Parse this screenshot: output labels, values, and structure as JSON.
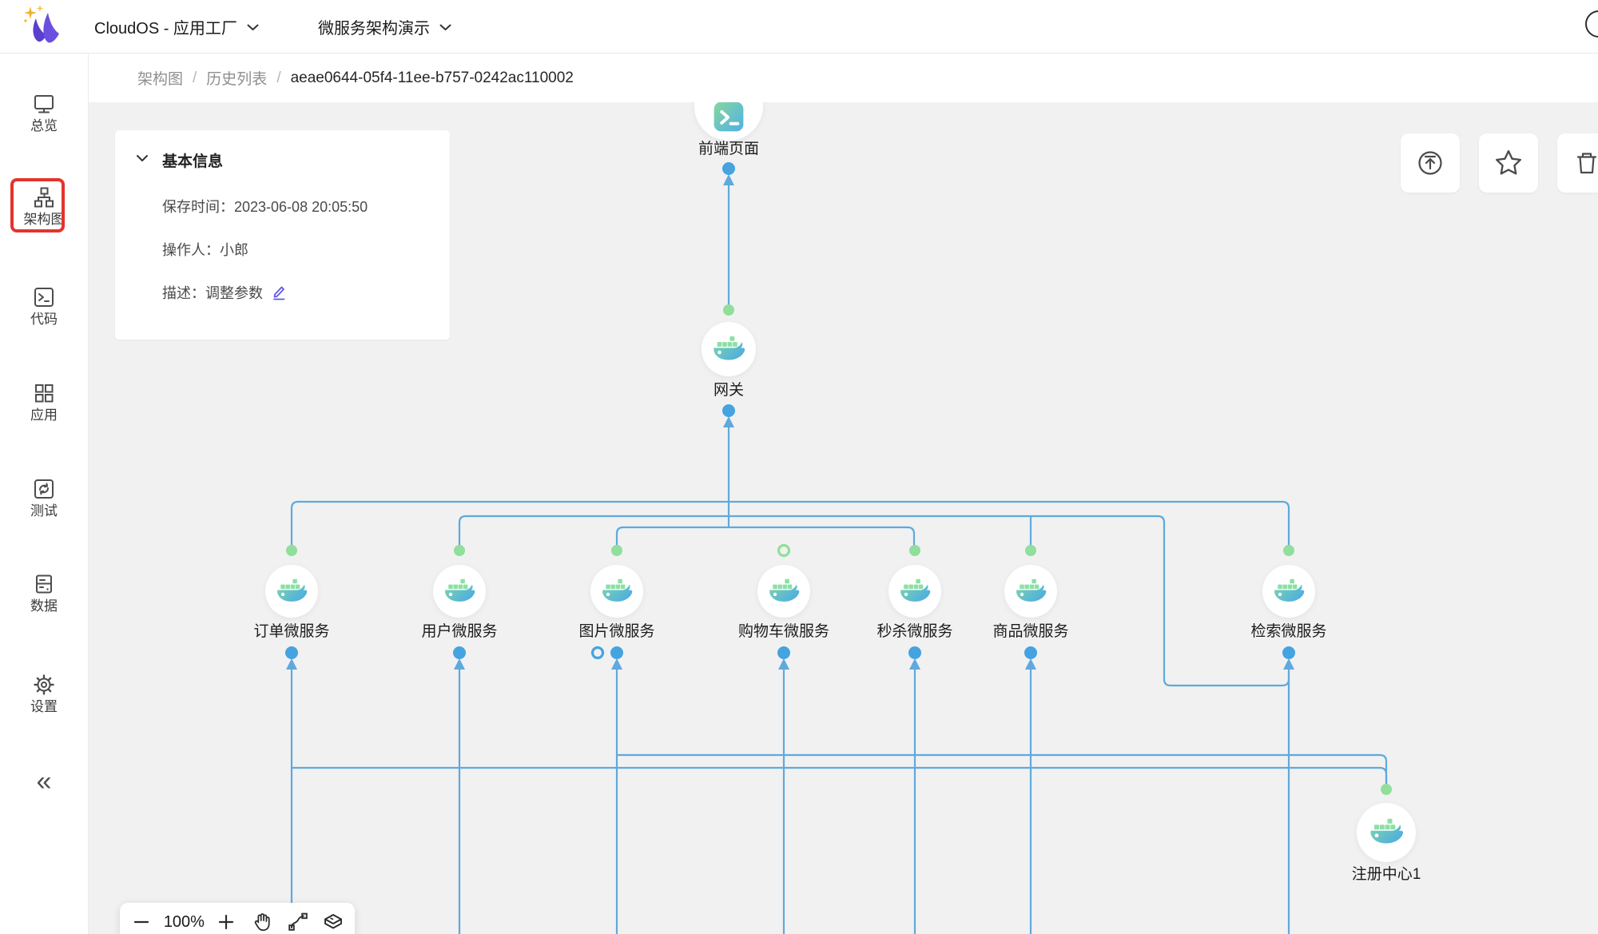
{
  "header": {
    "logo_icon": "cloudos-sparkle-logo",
    "app_switcher": "CloudOS - 应用工厂",
    "project_switcher": "微服务架构演示",
    "account_icon": "partial-circle-icon"
  },
  "sidebar": {
    "items": [
      {
        "label": "总览",
        "icon": "monitor-icon",
        "active": false
      },
      {
        "label": "架构图",
        "icon": "architecture-icon",
        "active": true,
        "annotation": "red-highlight-box"
      },
      {
        "label": "代码",
        "icon": "code-terminal-icon",
        "active": false
      },
      {
        "label": "应用",
        "icon": "apps-grid-icon",
        "active": false
      },
      {
        "label": "测试",
        "icon": "test-loop-icon",
        "active": false
      },
      {
        "label": "数据",
        "icon": "database-icon",
        "active": false
      },
      {
        "label": "设置",
        "icon": "settings-gear-icon",
        "active": false
      }
    ],
    "collapse_icon": "«"
  },
  "breadcrumb": {
    "separator": "/",
    "items": [
      "架构图",
      "历史列表",
      "aeae0644-05f4-11ee-b757-0242ac110002"
    ]
  },
  "info_panel": {
    "title": "基本信息",
    "save_time_label": "保存时间：",
    "save_time": "2023-06-08 20:05:50",
    "operator_label": "操作人：",
    "operator": "小郎",
    "desc_label": "描述：",
    "desc": "调整参数",
    "edit_icon": "pen-edit-icon"
  },
  "canvas_actions": {
    "publish_icon": "circle-arrow-up-icon",
    "favorite_icon": "star-icon",
    "delete_icon": "trash-icon"
  },
  "zoom_toolbar": {
    "zoom_level": "100%",
    "icons": [
      "minus-icon",
      "plus-icon",
      "hand-pan-icon",
      "connector-curve-icon",
      "box-layers-icon"
    ]
  },
  "diagram": {
    "nodes": [
      {
        "id": "frontend",
        "label": "前端页面",
        "icon": "terminal-gradient"
      },
      {
        "id": "gateway",
        "label": "网关",
        "icon": "docker-whale"
      },
      {
        "id": "order",
        "label": "订单微服务",
        "icon": "docker-whale"
      },
      {
        "id": "user",
        "label": "用户微服务",
        "icon": "docker-whale"
      },
      {
        "id": "image",
        "label": "图片微服务",
        "icon": "docker-whale"
      },
      {
        "id": "cart",
        "label": "购物车微服务",
        "icon": "docker-whale"
      },
      {
        "id": "seckill",
        "label": "秒杀微服务",
        "icon": "docker-whale"
      },
      {
        "id": "product",
        "label": "商品微服务",
        "icon": "docker-whale"
      },
      {
        "id": "search",
        "label": "检索微服务",
        "icon": "docker-whale"
      },
      {
        "id": "registry",
        "label": "注册中心1",
        "icon": "docker-whale"
      }
    ],
    "edges": [
      {
        "from": "gateway",
        "to": "frontend"
      },
      {
        "from": "order",
        "to": "gateway"
      },
      {
        "from": "user",
        "to": "gateway"
      },
      {
        "from": "image",
        "to": "gateway"
      },
      {
        "from": "seckill",
        "to": "gateway"
      },
      {
        "from": "product",
        "to": "gateway"
      },
      {
        "from": "search",
        "to": "gateway"
      },
      {
        "from": "registry",
        "to": "order"
      },
      {
        "from": "registry",
        "to": "user"
      },
      {
        "from": "registry",
        "to": "image"
      },
      {
        "from": "registry",
        "to": "cart"
      },
      {
        "from": "registry",
        "to": "seckill"
      },
      {
        "from": "registry",
        "to": "product"
      },
      {
        "from": "registry",
        "to": "search"
      }
    ],
    "ports": {
      "cart_top_port": "unconnected-hollow-green",
      "image_extra_bottom_port": "unconnected-hollow-blue"
    }
  },
  "colors": {
    "canvas_bg": "#f1f1f2",
    "edge_blue": "#5fa9dc",
    "port_green": "#90df9b",
    "port_blue": "#45a3df",
    "highlight_red": "#e4342b",
    "accent_purple": "#6158e6",
    "logo_purple": "#6647d6",
    "logo_gold": "#f0b429"
  }
}
